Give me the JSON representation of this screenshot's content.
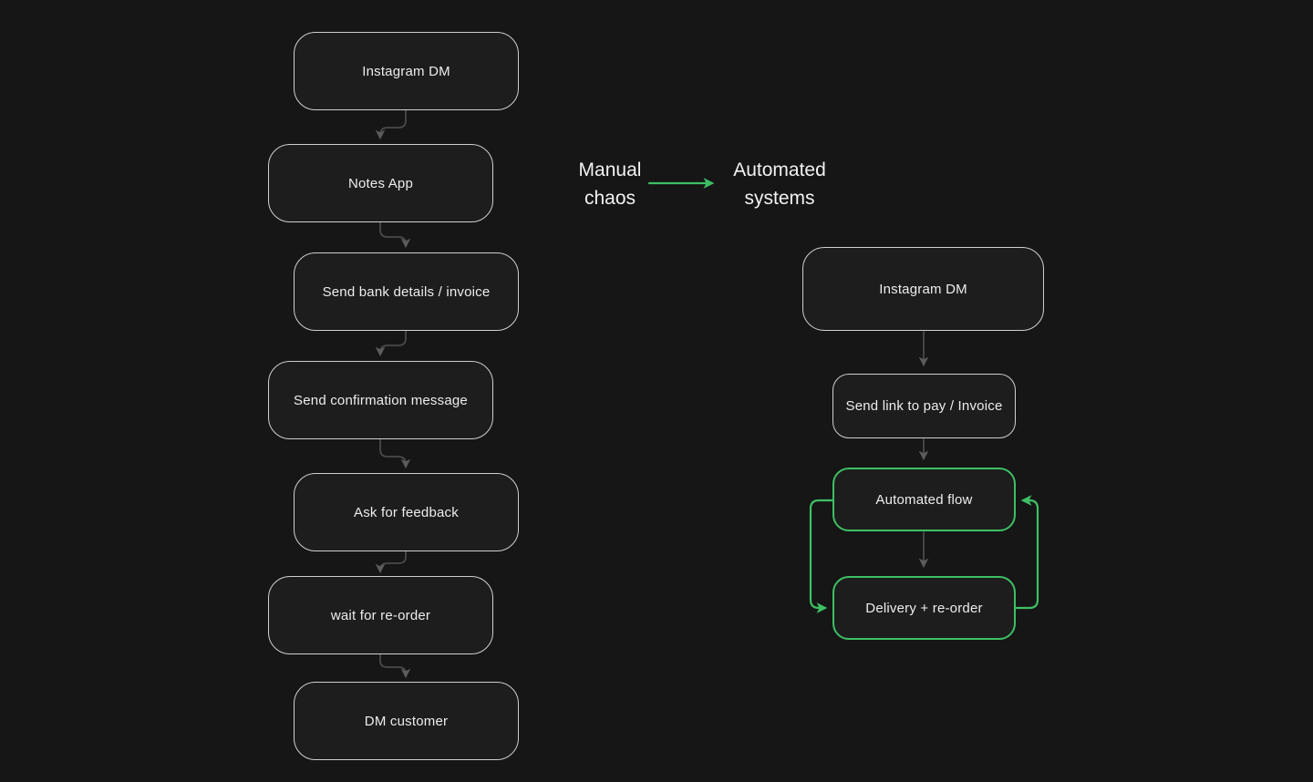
{
  "canvas": {
    "colors": {
      "background": "#161616",
      "node_fill": "#1d1d1d",
      "node_border": "#cfcfcf",
      "connector_gray": "#4a4a4a",
      "accent_green": "#3ebf64",
      "text": "#ededed"
    }
  },
  "manual_flow": {
    "nodes": [
      {
        "label": "Instagram DM"
      },
      {
        "label": "Notes App"
      },
      {
        "label": "Send bank details / invoice"
      },
      {
        "label": "Send confirmation message"
      },
      {
        "label": "Ask for feedback"
      },
      {
        "label": "wait for re-order"
      },
      {
        "label": "DM customer"
      }
    ],
    "edges": [
      "Instagram DM -> Notes App",
      "Notes App -> Send bank details / invoice",
      "Send bank details / invoice -> Send confirmation message",
      "Send confirmation message -> Ask for feedback",
      "Ask for feedback -> wait for re-order",
      "wait for re-order -> DM customer"
    ]
  },
  "transition": {
    "from_label": "Manual chaos",
    "to_label": "Automated systems"
  },
  "automated_flow": {
    "nodes": [
      {
        "label": "Instagram DM",
        "highlight": false
      },
      {
        "label": "Send link to pay / Invoice",
        "highlight": false
      },
      {
        "label": "Automated flow",
        "highlight": true
      },
      {
        "label": "Delivery + re-order",
        "highlight": true
      }
    ],
    "edges": [
      "Instagram DM -> Send link to pay / Invoice",
      "Send link to pay / Invoice -> Automated flow",
      "Automated flow -> Delivery + re-order",
      "Automated flow -> Delivery + re-order (green loop left)",
      "Delivery + re-order -> Automated flow (green loop right)"
    ]
  }
}
